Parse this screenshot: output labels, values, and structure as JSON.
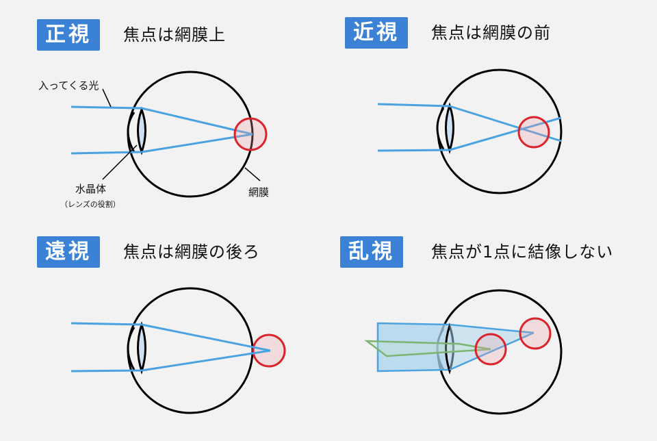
{
  "panels": [
    {
      "badge": "正視",
      "description": "焦点は網膜上"
    },
    {
      "badge": "近視",
      "description": "焦点は網膜の前"
    },
    {
      "badge": "遠視",
      "description": "焦点は網膜の後ろ"
    },
    {
      "badge": "乱視",
      "description": "焦点が1点に結像しない"
    }
  ],
  "labels": {
    "incoming_light": "入ってくる光",
    "crystalline_lens": "水晶体",
    "lens_role": "（レンズの役割）",
    "retina": "網膜"
  },
  "colors": {
    "badge": "#3b82d6",
    "ray": "#4aa3e0",
    "focus_circle": "#d9242b",
    "lens_fill": "#cfe0f5",
    "astig_plane_fill": "#a9d3ee",
    "astig_green": "#7cb572"
  }
}
